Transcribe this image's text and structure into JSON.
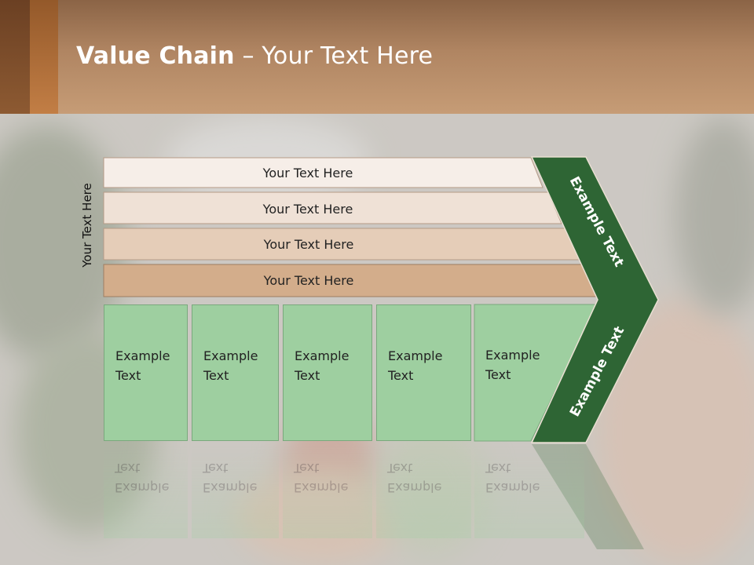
{
  "header": {
    "title_bold": "Value Chain",
    "title_rest": " – Your Text Here"
  },
  "side_label": "Your Text Here",
  "bands": [
    {
      "label": "Your Text Here"
    },
    {
      "label": "Your Text Here"
    },
    {
      "label": "Your Text Here"
    },
    {
      "label": "Your Text Here"
    }
  ],
  "boxes": [
    {
      "line1": "Example",
      "line2": "Text"
    },
    {
      "line1": "Example",
      "line2": "Text"
    },
    {
      "line1": "Example",
      "line2": "Text"
    },
    {
      "line1": "Example",
      "line2": "Text"
    },
    {
      "line1": "Example",
      "line2": "Text"
    }
  ],
  "chevron": {
    "upper_label": "Example Text",
    "lower_label": "Example Text"
  },
  "colors": {
    "header": "#b08562",
    "band_1": "#f6eee8",
    "band_2": "#efe1d6",
    "band_3": "#e5cdb8",
    "band_4": "#d3ad8b",
    "box_fill": "#9ecfa0",
    "chevron_fill": "#2e6534"
  }
}
